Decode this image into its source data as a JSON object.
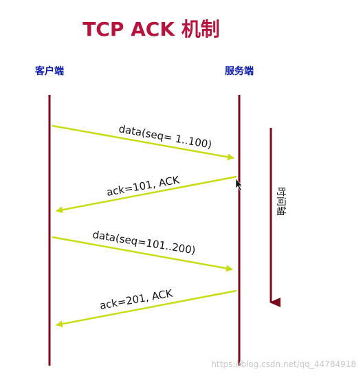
{
  "title": "TCP ACK 机制",
  "actors": {
    "client": "客户端",
    "server": "服务端"
  },
  "messages": [
    {
      "label": "data(seq= 1..100)",
      "from": "client",
      "to": "server"
    },
    {
      "label": "ack=101, ACK",
      "from": "server",
      "to": "client"
    },
    {
      "label": "data(seq=101..200)",
      "from": "client",
      "to": "server"
    },
    {
      "label": "ack=201, ACK",
      "from": "server",
      "to": "client"
    }
  ],
  "time_axis_label": "时间轴",
  "watermark": "https://blog.csdn.net/qq_44784918",
  "colors": {
    "title": "#b5143c",
    "actor": "#0a1aa8",
    "lifeline": "#7a0a1a",
    "arrow": "#c8dc14",
    "text": "#111111",
    "watermark": "#c8c8c8"
  }
}
